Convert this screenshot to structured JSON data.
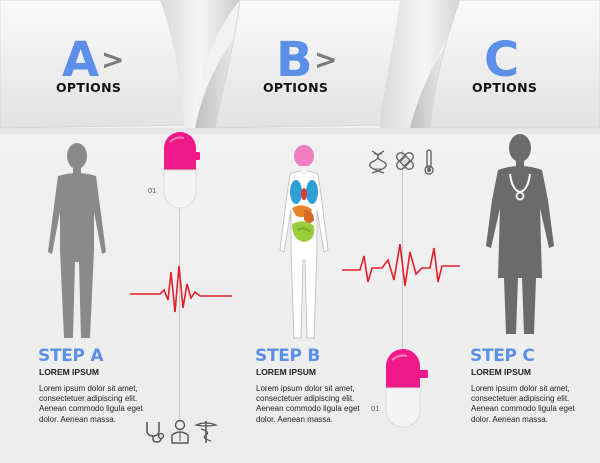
{
  "options": [
    {
      "letter": "A",
      "label": "OPTIONS"
    },
    {
      "letter": "B",
      "label": "OPTIONS"
    },
    {
      "letter": "C",
      "label": "OPTIONS"
    }
  ],
  "chevron": ">",
  "steps": [
    {
      "title": "STEP A",
      "subtitle": "LOREM IPSUM",
      "body": "Lorem ipsum dolor sit amet, consectetuer adipiscing elit. Aenean commodo ligula eget dolor. Aenean massa."
    },
    {
      "title": "STEP B",
      "subtitle": "LOREM IPSUM",
      "body": "Lorem ipsum dolor sit amet, consectetuer adipiscing elit. Aenean commodo ligula eget dolor. Aenean massa."
    },
    {
      "title": "STEP C",
      "subtitle": "LOREM IPSUM",
      "body": "Lorem ipsum dolor sit amet, consectetuer adipiscing elit. Aenean commodo ligula eget dolor. Aenean massa."
    }
  ],
  "pill_numbers": [
    "01",
    "01"
  ],
  "colors": {
    "accent": "#5b8fe8",
    "pulse": "#e0202a",
    "pill_top": "#f0198a",
    "silhouette": "#8a8a8a",
    "doctor": "#6b6b6b"
  },
  "icons": [
    "stethoscope-icon",
    "doctor-icon",
    "caduceus-icon",
    "dna-icon",
    "bandage-icon",
    "thermometer-icon"
  ]
}
